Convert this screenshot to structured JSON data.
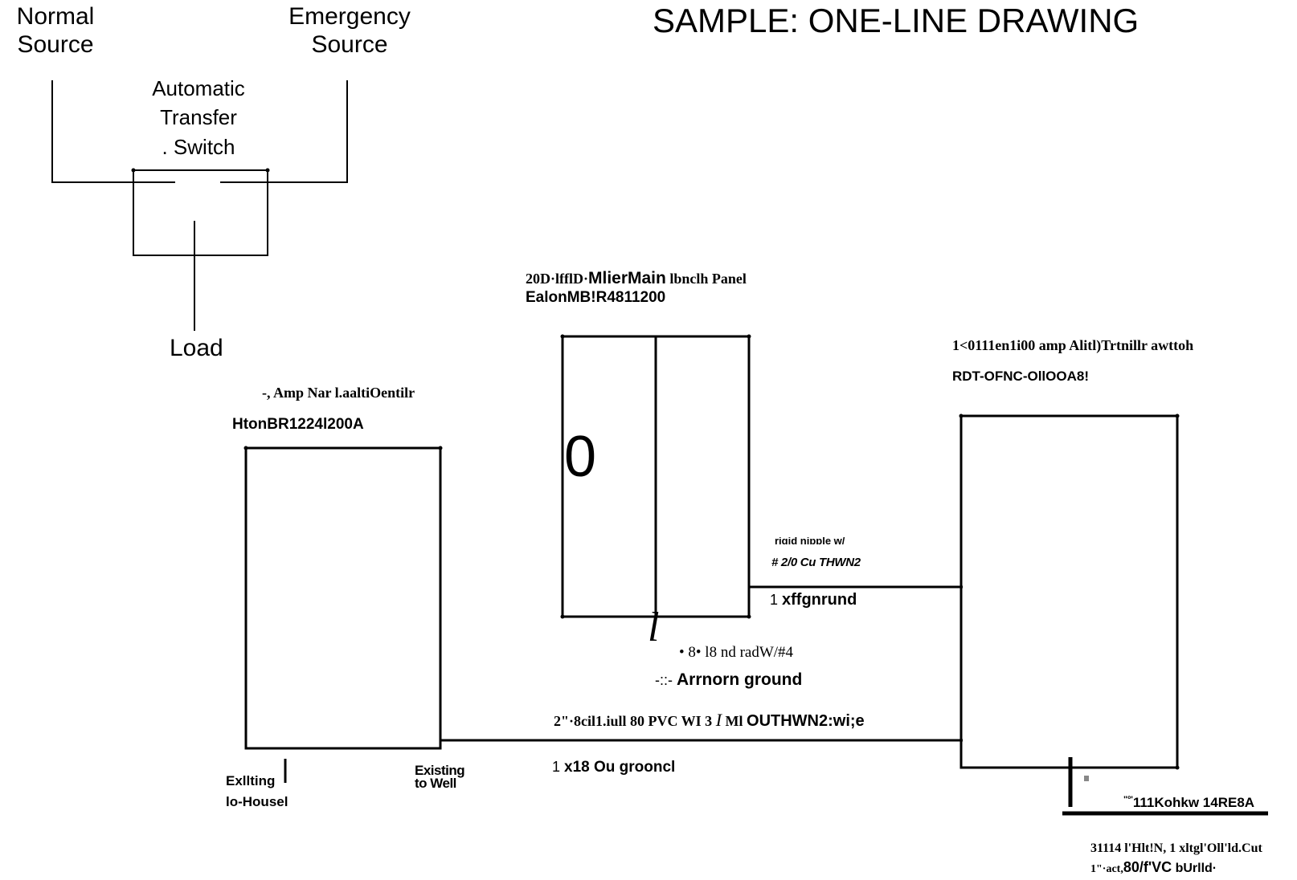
{
  "title": "SAMPLE:  ONE-LINE DRAWING",
  "ats_legend": {
    "normal_source": [
      "Normal",
      "Source"
    ],
    "emergency_source": [
      "Emergency",
      "Source"
    ],
    "ats_label": [
      "Automatic",
      "Transfer",
      ". Switch"
    ],
    "load": "Load"
  },
  "main_panel": {
    "label_part1": "20D·lfflD·",
    "label_part2": "MlierMain",
    "label_part3": " lbnclh Panel",
    "model": "EalonMB!R4811200",
    "symbol": "0"
  },
  "left_panel": {
    "label": "-,   Amp Nar l.aaltiOentilr",
    "model": "HtonBR1224l200A",
    "existing_house": [
      "Exllting",
      "lo-Housel"
    ],
    "existing_well": [
      "Existing",
      "to Well"
    ]
  },
  "right_panel": {
    "label_part1": "1<0111en1i00 amp ",
    "label_part2": "Alitl)Trtnillr awttoh",
    "model": "RDT-OFNC-OllOOA8!"
  },
  "annotations": {
    "conduit_top": "rigid nipple w/",
    "wire_top": "# 2/0 Cu THWN2",
    "ground_top_num": "1 ",
    "ground_top": "xffgnrund",
    "ground_symbol": "l",
    "rod_label": "• 8• l8 nd       radW/#4",
    "arrnorn_prefix": "-::- ",
    "arrnorn": "Arrnorn ground",
    "conduit_bottom_part1": "2\"·8cil1.iull 80 PVC WI 3  ",
    "conduit_bottom_part2": "I",
    "conduit_bottom_part3": " Ml ",
    "conduit_bottom_part4": "OUTHWN2:wi;e",
    "ground_bottom_num": "1  ",
    "ground_bottom": "x18 Ou grooncl",
    "right_model_prefix": "\"º'",
    "right_model": "111Kohkw  14RE8A",
    "bottom_note_line1": "31114 l'Hlt!N,  1 xltgl'Oll'ld.Cut",
    "bottom_note_line2_part1": "1\"·act,",
    "bottom_note_line2_part2": "80/f'VC",
    "bottom_note_line2_part3": " bUrlld·"
  }
}
